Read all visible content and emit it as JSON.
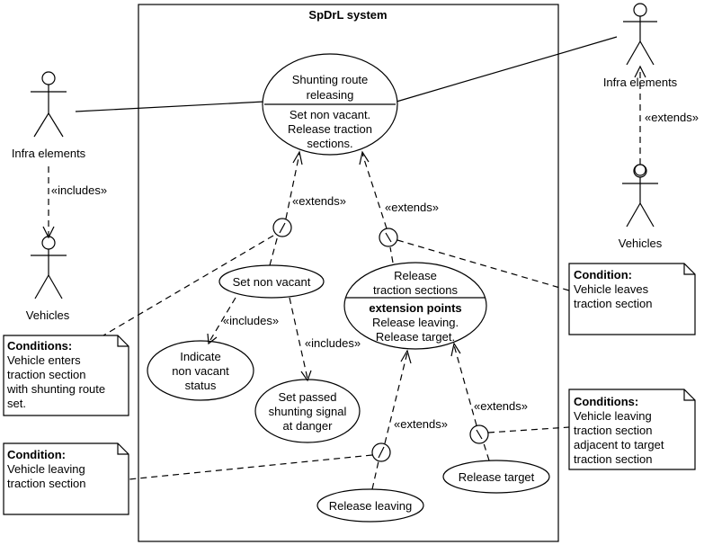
{
  "system": {
    "title": "SpDrL system"
  },
  "actors": {
    "infra_left": "Infra elements",
    "vehicles_left": "Vehicles",
    "infra_right": "Infra elements",
    "vehicles_right": "Vehicles"
  },
  "use_cases": {
    "shunting": {
      "name_lines": [
        "Shunting route",
        "releasing"
      ],
      "detail_lines": [
        "Set non vacant.",
        "Release traction",
        "sections."
      ]
    },
    "set_non_vacant": "Set non vacant",
    "indicate": [
      "Indicate",
      "non vacant",
      "status"
    ],
    "set_passed": [
      "Set passed",
      "shunting signal",
      "at danger"
    ],
    "release_traction": {
      "name_lines": [
        "Release",
        "traction sections"
      ],
      "ext_header": "extension points",
      "ext_lines": [
        "Release leaving.",
        "Release target."
      ]
    },
    "release_leaving": "Release leaving",
    "release_target": "Release target"
  },
  "relations": {
    "includes_actor": "«includes»",
    "extends_actor": "«extends»",
    "extends_set_nv": "«extends»",
    "extends_release_ts": "«extends»",
    "includes_indicate": "«includes»",
    "includes_set_passed": "«includes»",
    "extends_leaving": "«extends»",
    "extends_target": "«extends»"
  },
  "notes": {
    "vehicle_enters": {
      "title": "Conditions:",
      "lines": [
        "Vehicle enters",
        "traction section",
        "with shunting route",
        "set."
      ]
    },
    "vehicle_leaves": {
      "title": "Condition:",
      "lines": [
        "Vehicle leaves",
        "traction section"
      ]
    },
    "vehicle_leaving": {
      "title": "Condition:",
      "lines": [
        "Vehicle leaving",
        "traction section"
      ]
    },
    "vehicle_leaving_adjacent": {
      "title": "Conditions:",
      "lines": [
        "Vehicle leaving",
        "traction section",
        "adjacent to target",
        "traction section"
      ]
    }
  }
}
